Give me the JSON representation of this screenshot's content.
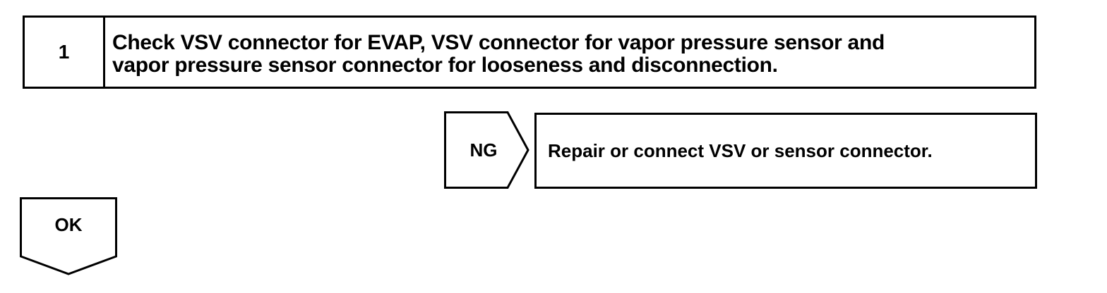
{
  "step": {
    "number": "1",
    "text_line1": "Check VSV connector for EVAP, VSV connector for vapor pressure sensor and",
    "text_line2": "vapor pressure sensor connector for looseness and disconnection."
  },
  "ng_branch": {
    "label": "NG",
    "action": "Repair or connect VSV or sensor connector."
  },
  "ok_branch": {
    "label": "OK"
  }
}
